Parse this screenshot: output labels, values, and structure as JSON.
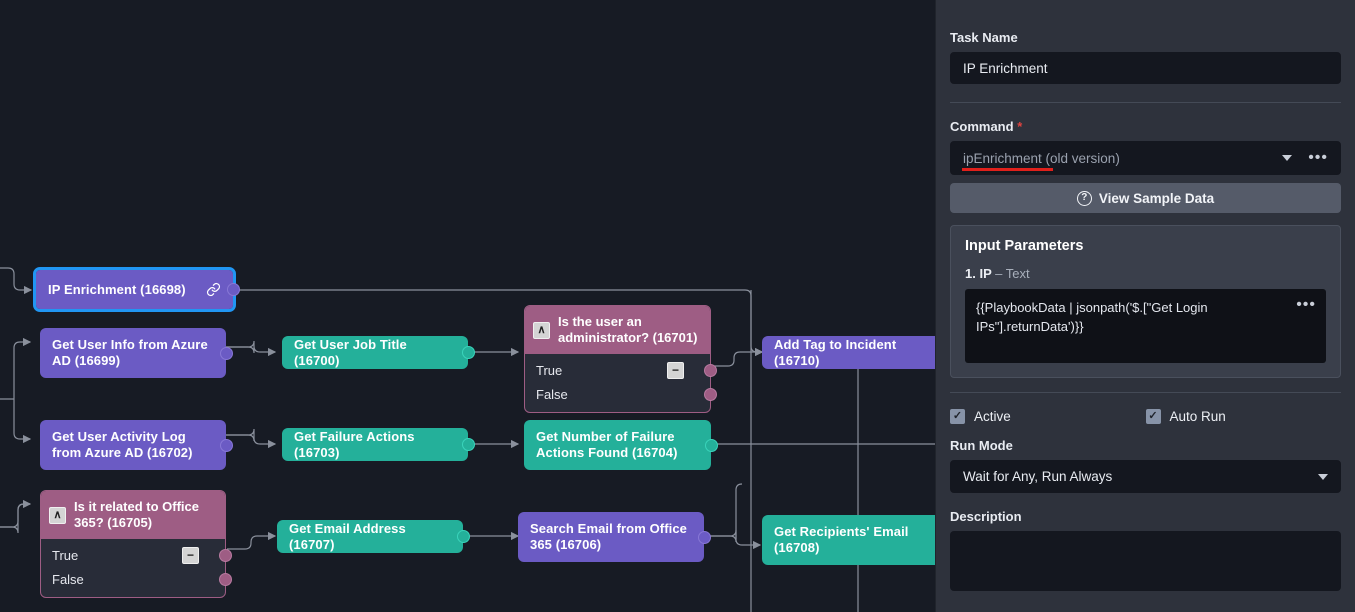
{
  "panel": {
    "task_name_label": "Task Name",
    "task_name_value": "IP Enrichment",
    "command_label": "Command",
    "command_required_mark": "*",
    "command_value": "ipEnrichment (old version)",
    "command_caret_icon": "chevron-down-icon",
    "command_more_icon": "ellipsis-icon",
    "view_sample_data_label": "View Sample Data",
    "view_sample_data_icon": "question-circle-icon",
    "input_parameters_title": "Input Parameters",
    "parameters": [
      {
        "index": "1.",
        "name": "IP",
        "type": "– Text",
        "value": "{{PlaybookData | jsonpath('$.[\"Get Login IPs\"].returnData')}}",
        "more_icon": "ellipsis-icon"
      }
    ],
    "active_label": "Active",
    "active_checked": "✓",
    "auto_run_label": "Auto Run",
    "auto_run_checked": "✓",
    "run_mode_label": "Run Mode",
    "run_mode_value": "Wait for Any, Run Always",
    "run_mode_caret_icon": "chevron-down-icon",
    "description_label": "Description",
    "description_value": ""
  },
  "canvas": {
    "nodes": [
      {
        "id": "16698",
        "label": "IP Enrichment (16698)",
        "kind": "action",
        "color": "purple",
        "selected": true,
        "icon": "link-icon"
      },
      {
        "id": "16699",
        "label": "Get User Info from Azure AD (16699)",
        "kind": "action",
        "color": "purple",
        "selected": false
      },
      {
        "id": "16700",
        "label": "Get User Job Title (16700)",
        "kind": "action",
        "color": "teal",
        "selected": false
      },
      {
        "id": "16701",
        "label": "Is the user an administrator? (16701)",
        "kind": "condition",
        "color": "plum",
        "icon": "chevron-up-icon",
        "branches": [
          {
            "label": "True",
            "has_minus": true
          },
          {
            "label": "False",
            "has_minus": false
          }
        ]
      },
      {
        "id": "16710",
        "label": "Add Tag to Incident (16710)",
        "kind": "action",
        "color": "purple",
        "selected": false
      },
      {
        "id": "16702",
        "label": "Get User Activity Log from Azure AD (16702)",
        "kind": "action",
        "color": "purple",
        "selected": false
      },
      {
        "id": "16703",
        "label": "Get Failure Actions (16703)",
        "kind": "action",
        "color": "teal",
        "selected": false
      },
      {
        "id": "16704",
        "label": "Get Number of Failure Actions Found (16704)",
        "kind": "action",
        "color": "teal",
        "selected": false
      },
      {
        "id": "16705",
        "label": "Is it related to Office 365? (16705)",
        "kind": "condition",
        "color": "plum",
        "icon": "chevron-up-icon",
        "branches": [
          {
            "label": "True",
            "has_minus": true
          },
          {
            "label": "False",
            "has_minus": false
          }
        ]
      },
      {
        "id": "16707",
        "label": "Get Email Address (16707)",
        "kind": "action",
        "color": "teal",
        "selected": false
      },
      {
        "id": "16706",
        "label": "Search Email from Office 365 (16706)",
        "kind": "action",
        "color": "purple",
        "selected": false
      },
      {
        "id": "16708",
        "label": "Get Recipients' Email (16708)",
        "kind": "action",
        "color": "teal",
        "selected": false
      }
    ]
  },
  "colors": {
    "canvas_bg": "#171b24",
    "panel_bg": "#2e323c",
    "action_purple": "#6b5bc4",
    "action_teal": "#24b09a",
    "condition_plum": "#9e5d84",
    "selection_blue": "#2196f3",
    "required_red": "#e0433f",
    "underline_red": "#e0201b",
    "edge_gray": "#8a909c"
  }
}
